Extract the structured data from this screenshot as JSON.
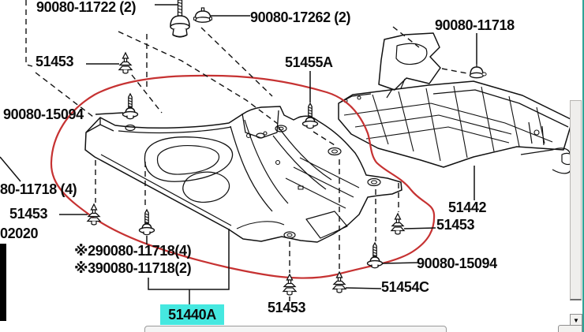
{
  "colors": {
    "background": "#ffffff",
    "line_art": "#111111",
    "red_circle": "#c63232",
    "highlight": "#45e8e0",
    "window_edge_teal": "#2fa396",
    "scrollbar_face": "#efeeec",
    "scrollbar_border": "#8f8f8f"
  },
  "labels": {
    "bolt_top_left": {
      "text": "90080-11722 (2)"
    },
    "grommet_top": {
      "text": "90080-17262 (2)"
    },
    "bolt_top_right": {
      "text": "90080-11718"
    },
    "clip_upper_left": {
      "text": "51453"
    },
    "screw_center": {
      "text": "51455A"
    },
    "screw_upper_left": {
      "text": "90080-15094"
    },
    "cutoff_left_part": {
      "text": "80-11718 (4)"
    },
    "clip_mid_left": {
      "text": "51453"
    },
    "cutoff_left_part2": {
      "text": "02020"
    },
    "note_variant_1": {
      "text": "※290080-11718(4)"
    },
    "note_variant_2": {
      "text": "※390080-11718(2)"
    },
    "selected_part": {
      "text": "51440A"
    },
    "clip_bottom_center": {
      "text": "51453"
    },
    "clip_bottom_right": {
      "text": "51454C"
    },
    "screw_lower_right": {
      "text": "90080-15094"
    },
    "clip_right": {
      "text": "51453"
    },
    "right_cover_part": {
      "text": "51442"
    }
  },
  "icons": {
    "scroll_down_arrow": "▼",
    "fastener_types": [
      "bolt-icon",
      "grommet-icon",
      "clip-icon",
      "screw-icon"
    ]
  }
}
